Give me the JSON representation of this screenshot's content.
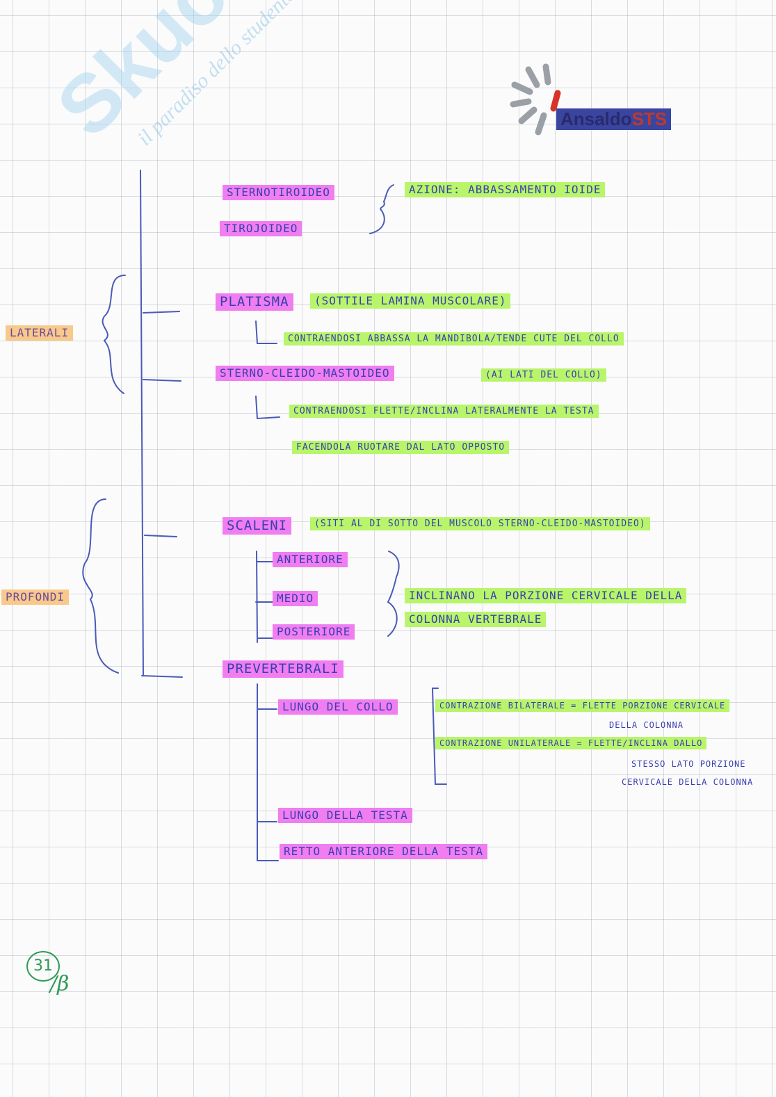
{
  "watermark": {
    "site": "Skuola.net",
    "tagline": "il paradiso dello studente"
  },
  "logo": {
    "part1": "Ansaldo",
    "part2": "STS"
  },
  "groups": {
    "laterali": "LATERALI",
    "profondi": "PROFONDI"
  },
  "sternotiroideo": "STERNOTIROIDEO",
  "tiroioideo": "TIROJOIDEO",
  "azione": "AZIONE: ABBASSAMENTO IOIDE",
  "platisma": "PLATISMA",
  "platisma_note": "(SOTTILE LAMINA MUSCOLARE)",
  "platisma_action": "CONTRAENDOSI ABBASSA LA MANDIBOLA/TENDE CUTE DEL COLLO",
  "scm": "STERNO-CLEIDO-MASTOIDEO",
  "scm_note": "(AI LATI DEL COLLO)",
  "scm_action_1": "CONTRAENDOSI FLETTE/INCLINA LATERALMENTE LA TESTA",
  "scm_action_2": "FACENDOLA RUOTARE DAL LATO OPPOSTO",
  "scaleni": "SCALENI",
  "scaleni_note": "(SITI AL DI SOTTO DEL MUSCOLO STERNO-CLEIDO-MASTOIDEO)",
  "scaleni_items": [
    "ANTERIORE",
    "MEDIO",
    "POSTERIORE"
  ],
  "scaleni_action_1": "INCLINANO LA PORZIONE CERVICALE DELLA",
  "scaleni_action_2": "COLONNA VERTEBRALE",
  "prevertebrali": "PREVERTEBRALI",
  "lungo_collo": "LUNGO DEL COLLO",
  "bilaterale_1": "CONTRAZIONE BILATERALE = FLETTE PORZIONE CERVICALE",
  "bilaterale_2": "DELLA COLONNA",
  "unilaterale_1": "CONTRAZIONE UNILATERALE = FLETTE/INCLINA DALLO",
  "unilaterale_2": "STESSO LATO PORZIONE",
  "unilaterale_3": "CERVICALE DELLA COLONNA",
  "lungo_testa": "LUNGO DELLA TESTA",
  "retto_anteriore": "RETTO ANTERIORE DELLA TESTA",
  "page_number": "31",
  "page_mark": "/β"
}
